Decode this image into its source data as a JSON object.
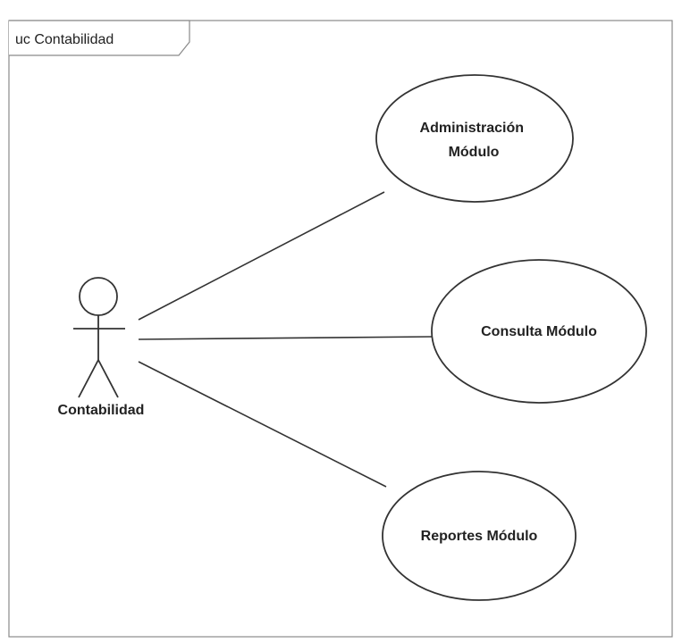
{
  "diagram": {
    "frame_title": "uc Contabilidad",
    "actor": {
      "name": "Contabilidad"
    },
    "use_cases": [
      {
        "lines": [
          "Administración",
          "Módulo"
        ]
      },
      {
        "lines": [
          "Consulta Módulo"
        ]
      },
      {
        "lines": [
          "Reportes Módulo"
        ]
      }
    ],
    "colors": {
      "ink": "#222222",
      "ellipse_fill": "#ffffff",
      "frame_stroke": "#8a8a8a",
      "background": "#ffffff"
    }
  }
}
